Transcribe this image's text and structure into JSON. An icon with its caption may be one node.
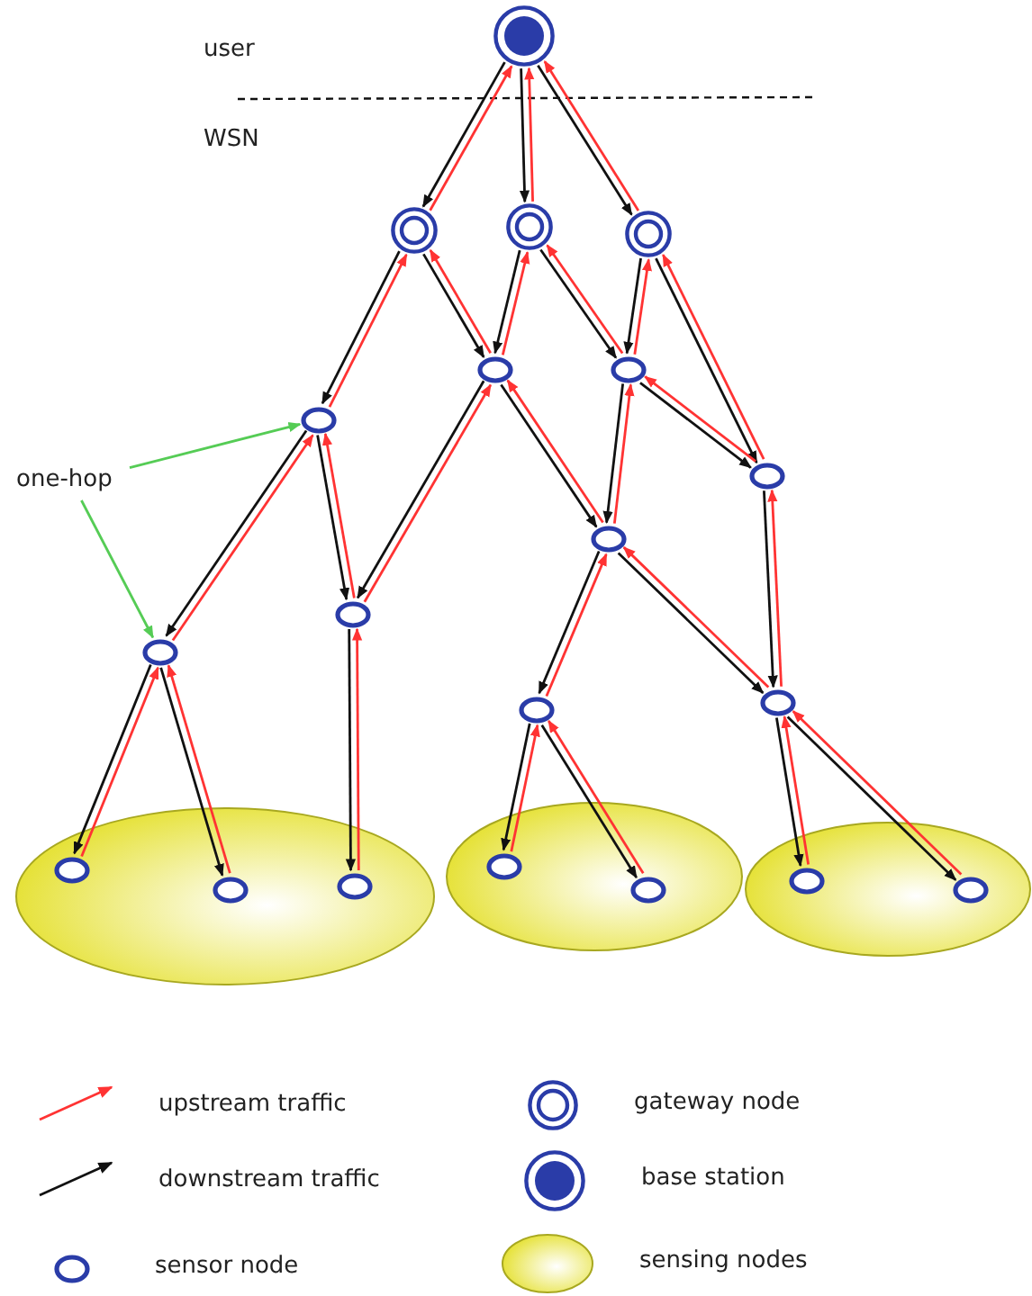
{
  "diagram": {
    "nodes": [
      {
        "text": [],
        "shape": "disc"
      },
      {
        "text": [],
        "shape": "ring"
      },
      {
        "text": [],
        "shape": "ring"
      },
      {
        "text": [],
        "shape": "ring"
      },
      {
        "text": [],
        "shape": "circle"
      },
      {
        "text": [],
        "shape": "circle"
      },
      {
        "text": [],
        "shape": "circle"
      },
      {
        "text": [],
        "shape": "circle"
      },
      {
        "text": [],
        "shape": "circle"
      },
      {
        "text": [],
        "shape": "circle"
      },
      {
        "text": [],
        "shape": "circle"
      },
      {
        "text": [],
        "shape": "circle"
      },
      {
        "text": [],
        "shape": "circle"
      },
      {
        "text": [],
        "shape": "ellipse"
      },
      {
        "text": [],
        "shape": "ellipse"
      },
      {
        "text": [],
        "shape": "ellipse"
      },
      {
        "text": [],
        "shape": "circle",
        "in": 13
      },
      {
        "text": [],
        "shape": "circle",
        "in": 13
      },
      {
        "text": [],
        "shape": "circle",
        "in": 13
      },
      {
        "text": [],
        "shape": "circle",
        "in": 14
      },
      {
        "text": [],
        "shape": "circle",
        "in": 14
      },
      {
        "text": [],
        "shape": "circle",
        "in": 15
      },
      {
        "text": [],
        "shape": "circle",
        "in": 15
      },
      {
        "text": [
          "one-hop"
        ]
      }
    ],
    "edges": [
      {
        "from": 0,
        "to": 1,
        "arrow": "to"
      },
      {
        "from": 1,
        "to": 0,
        "arrow": "to",
        "color": "#ff3333"
      },
      {
        "from": 0,
        "to": 2,
        "arrow": "to"
      },
      {
        "from": 2,
        "to": 0,
        "arrow": "to",
        "color": "#ff3333"
      },
      {
        "from": 0,
        "to": 3,
        "arrow": "to"
      },
      {
        "from": 3,
        "to": 0,
        "arrow": "to",
        "color": "#ff3333"
      },
      {
        "from": 1,
        "to": 4,
        "arrow": "to"
      },
      {
        "from": 4,
        "to": 1,
        "arrow": "to",
        "color": "#ff3333"
      },
      {
        "from": 1,
        "to": 5,
        "arrow": "to"
      },
      {
        "from": 5,
        "to": 1,
        "arrow": "to",
        "color": "#ff3333"
      },
      {
        "from": 2,
        "to": 5,
        "arrow": "to"
      },
      {
        "from": 5,
        "to": 2,
        "arrow": "to",
        "color": "#ff3333"
      },
      {
        "from": 2,
        "to": 6,
        "arrow": "to"
      },
      {
        "from": 6,
        "to": 2,
        "arrow": "to",
        "color": "#ff3333"
      },
      {
        "from": 3,
        "to": 6,
        "arrow": "to"
      },
      {
        "from": 6,
        "to": 3,
        "arrow": "to",
        "color": "#ff3333"
      },
      {
        "from": 3,
        "to": 7,
        "arrow": "to"
      },
      {
        "from": 7,
        "to": 3,
        "arrow": "to",
        "color": "#ff3333"
      },
      {
        "from": 4,
        "to": 10,
        "arrow": "to"
      },
      {
        "from": 10,
        "to": 4,
        "arrow": "to",
        "color": "#ff3333"
      },
      {
        "from": 4,
        "to": 9,
        "arrow": "to"
      },
      {
        "from": 9,
        "to": 4,
        "arrow": "to",
        "color": "#ff3333"
      },
      {
        "from": 5,
        "to": 9,
        "arrow": "to"
      },
      {
        "from": 9,
        "to": 5,
        "arrow": "to",
        "color": "#ff3333"
      },
      {
        "from": 5,
        "to": 8,
        "arrow": "to"
      },
      {
        "from": 8,
        "to": 5,
        "arrow": "to",
        "color": "#ff3333"
      },
      {
        "from": 6,
        "to": 8,
        "arrow": "to"
      },
      {
        "from": 8,
        "to": 6,
        "arrow": "to",
        "color": "#ff3333"
      },
      {
        "from": 6,
        "to": 7,
        "arrow": "to"
      },
      {
        "from": 7,
        "to": 6,
        "arrow": "to",
        "color": "#ff3333"
      },
      {
        "from": 7,
        "to": 12,
        "arrow": "to"
      },
      {
        "from": 12,
        "to": 7,
        "arrow": "to",
        "color": "#ff3333"
      },
      {
        "from": 8,
        "to": 11,
        "arrow": "to"
      },
      {
        "from": 11,
        "to": 8,
        "arrow": "to",
        "color": "#ff3333"
      },
      {
        "from": 8,
        "to": 12,
        "arrow": "to"
      },
      {
        "from": 12,
        "to": 8,
        "arrow": "to",
        "color": "#ff3333"
      },
      {
        "from": 9,
        "to": 18,
        "arrow": "to"
      },
      {
        "from": 18,
        "to": 9,
        "arrow": "to",
        "color": "#ff3333"
      },
      {
        "from": 10,
        "to": 16,
        "arrow": "to"
      },
      {
        "from": 16,
        "to": 10,
        "arrow": "to",
        "color": "#ff3333"
      },
      {
        "from": 10,
        "to": 17,
        "arrow": "to"
      },
      {
        "from": 17,
        "to": 10,
        "arrow": "to",
        "color": "#ff3333"
      },
      {
        "from": 11,
        "to": 19,
        "arrow": "to"
      },
      {
        "from": 19,
        "to": 11,
        "arrow": "to",
        "color": "#ff3333"
      },
      {
        "from": 11,
        "to": 20,
        "arrow": "to"
      },
      {
        "from": 20,
        "to": 11,
        "arrow": "to",
        "color": "#ff3333"
      },
      {
        "from": 12,
        "to": 21,
        "arrow": "to"
      },
      {
        "from": 21,
        "to": 12,
        "arrow": "to",
        "color": "#ff3333"
      },
      {
        "from": 12,
        "to": 22,
        "arrow": "to"
      },
      {
        "from": 22,
        "to": 12,
        "arrow": "to",
        "color": "#ff3333"
      },
      {
        "from": 23,
        "to": 4,
        "arrow": "to",
        "color": "#55cc55"
      },
      {
        "from": 23,
        "to": 10,
        "arrow": "to",
        "color": "#55cc55"
      }
    ],
    "labels": [
      "user",
      "WSN"
    ],
    "legend": [
      {
        "text": "upstream traffic"
      },
      {
        "text": "downstream traffic"
      },
      {
        "text": "sensor node"
      },
      {
        "text": "gateway node"
      },
      {
        "text": "base station"
      },
      {
        "text": "sensing nodes"
      }
    ]
  }
}
